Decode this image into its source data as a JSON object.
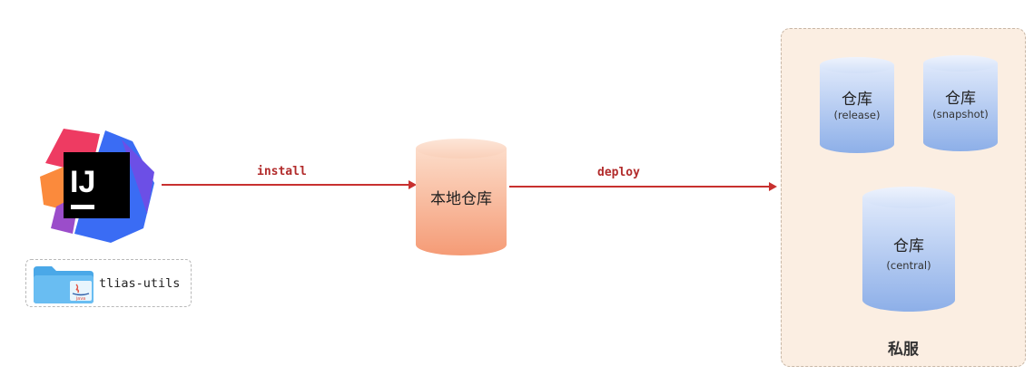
{
  "project": {
    "name": "tlias-utils",
    "folder_badge": "java"
  },
  "ide": {
    "logo_text": "IJ"
  },
  "arrows": {
    "install_label": "install",
    "deploy_label": "deploy"
  },
  "local_repo": {
    "label": "本地仓库"
  },
  "private_server": {
    "title": "私服",
    "repos": [
      {
        "name": "仓库",
        "type": "(release)"
      },
      {
        "name": "仓库",
        "type": "(snapshot)"
      },
      {
        "name": "仓库",
        "type": "(central)"
      }
    ]
  },
  "colors": {
    "arrow": "#c8302f",
    "local_repo_cylinder": "#f6a583",
    "remote_repo_cylinder": "#92b2e8",
    "private_panel_bg": "#fbeee2"
  }
}
